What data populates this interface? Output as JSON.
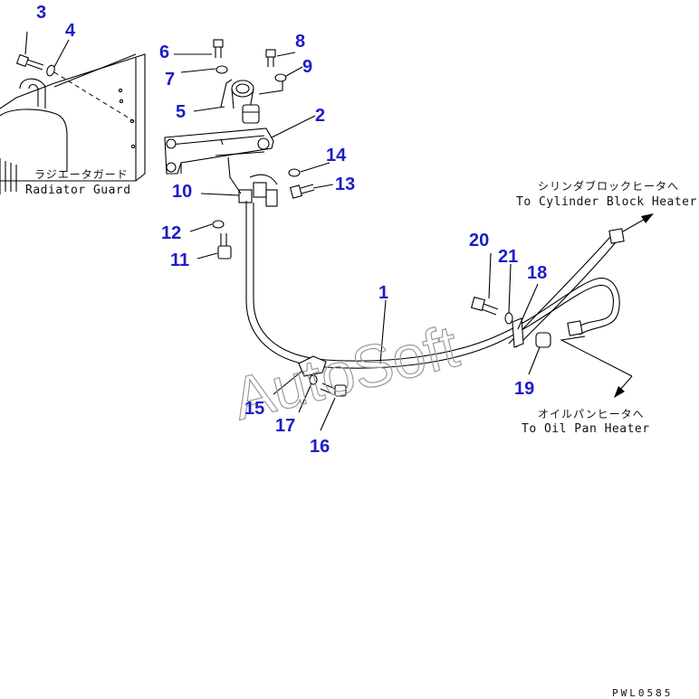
{
  "callouts": {
    "c1": "1",
    "c2": "2",
    "c3": "3",
    "c4": "4",
    "c5": "5",
    "c6": "6",
    "c7": "7",
    "c8": "8",
    "c9": "9",
    "c10": "10",
    "c11": "11",
    "c12": "12",
    "c13": "13",
    "c14": "14",
    "c15": "15",
    "c16": "16",
    "c17": "17",
    "c18": "18",
    "c19": "19",
    "c20": "20",
    "c21": "21"
  },
  "labels": {
    "radiator_guard_jp": "ラジエータガード",
    "radiator_guard_en": "Radiator Guard",
    "cylinder_heater_jp": "シリンダブロックヒータへ",
    "cylinder_heater_en": "To Cylinder Block Heater",
    "oil_pan_heater_jp": "オイルパンヒータへ",
    "oil_pan_heater_en": "To Oil Pan Heater"
  },
  "watermark": "AutoSoft",
  "drawing_code": "PWL0585",
  "colors": {
    "callout": "#1c1cc8",
    "line": "#000000",
    "watermark": "#9a9a9a"
  }
}
